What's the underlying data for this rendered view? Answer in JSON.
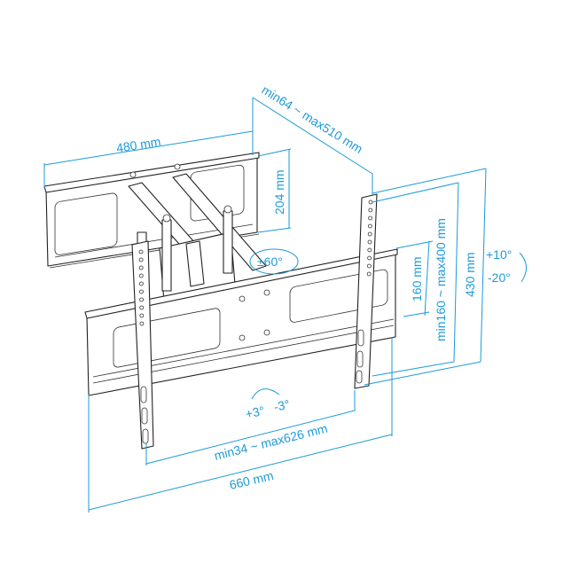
{
  "colors": {
    "dimension": "#1b9ad8",
    "outline": "#222222"
  },
  "dimensions": {
    "wall_plate_width": "480 mm",
    "wall_plate_height": "204 mm",
    "extension": "min64 ~ max510 mm",
    "swivel": "±60°",
    "vesa_inner_height": "160 mm",
    "vesa_height_range": "min160 ~ max400 mm",
    "bracket_height": "430 mm",
    "tilt_up": "+10°",
    "tilt_down": "-20°",
    "level_plus": "+3°",
    "level_minus": "-3°",
    "vesa_width_range": "min34 ~ max626 mm",
    "bracket_width": "660 mm"
  }
}
